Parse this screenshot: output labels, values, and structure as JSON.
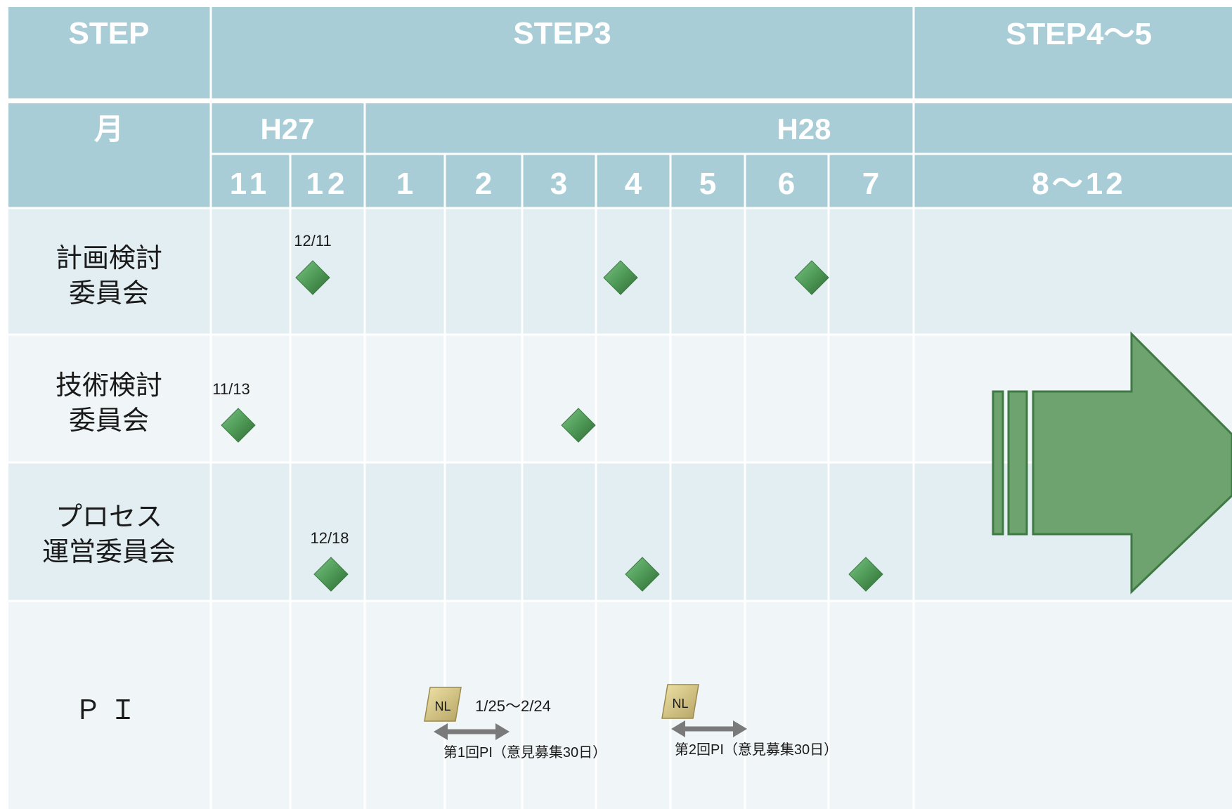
{
  "header": {
    "step_label": "STEP",
    "step3_label": "STEP3",
    "step45_label": "STEP4〜5",
    "month_label": "月",
    "h27_label": "H27",
    "h28_label": "H28",
    "months": [
      "11",
      "12",
      "1",
      "2",
      "3",
      "4",
      "5",
      "6",
      "7",
      "8〜12"
    ]
  },
  "rows": [
    {
      "label1": "計画検討",
      "label2": "委員会"
    },
    {
      "label1": "技術検討",
      "label2": "委員会"
    },
    {
      "label1": "プロセス",
      "label2": "運営委員会"
    },
    {
      "label1": "Ｐ Ｉ",
      "label2": ""
    }
  ],
  "annotations": {
    "plan_date": "12/11",
    "tech_date": "11/13",
    "process_date": "12/18",
    "pi_period": "1/25〜2/24",
    "pi1_caption": "第1回PI（意見募集30日）",
    "pi2_caption": "第2回PI（意見募集30日）",
    "nl_badge": "NL"
  },
  "colors": {
    "header_bg": "#a9cdd6",
    "row_alt_bg": "#e2eef1",
    "row_bg": "#f0f5f7",
    "milestone": "#4f9a57",
    "arrow": "#6ea26f",
    "arrow_stroke": "#3f7a45",
    "nl_badge": "#d4c48a",
    "pi_arrow": "#7a7a7a"
  },
  "markers": {
    "milestone_shape": "diamond",
    "pi_arrow_shape": "double-headed-arrow",
    "step_arrow_shape": "block-arrow-right"
  }
}
